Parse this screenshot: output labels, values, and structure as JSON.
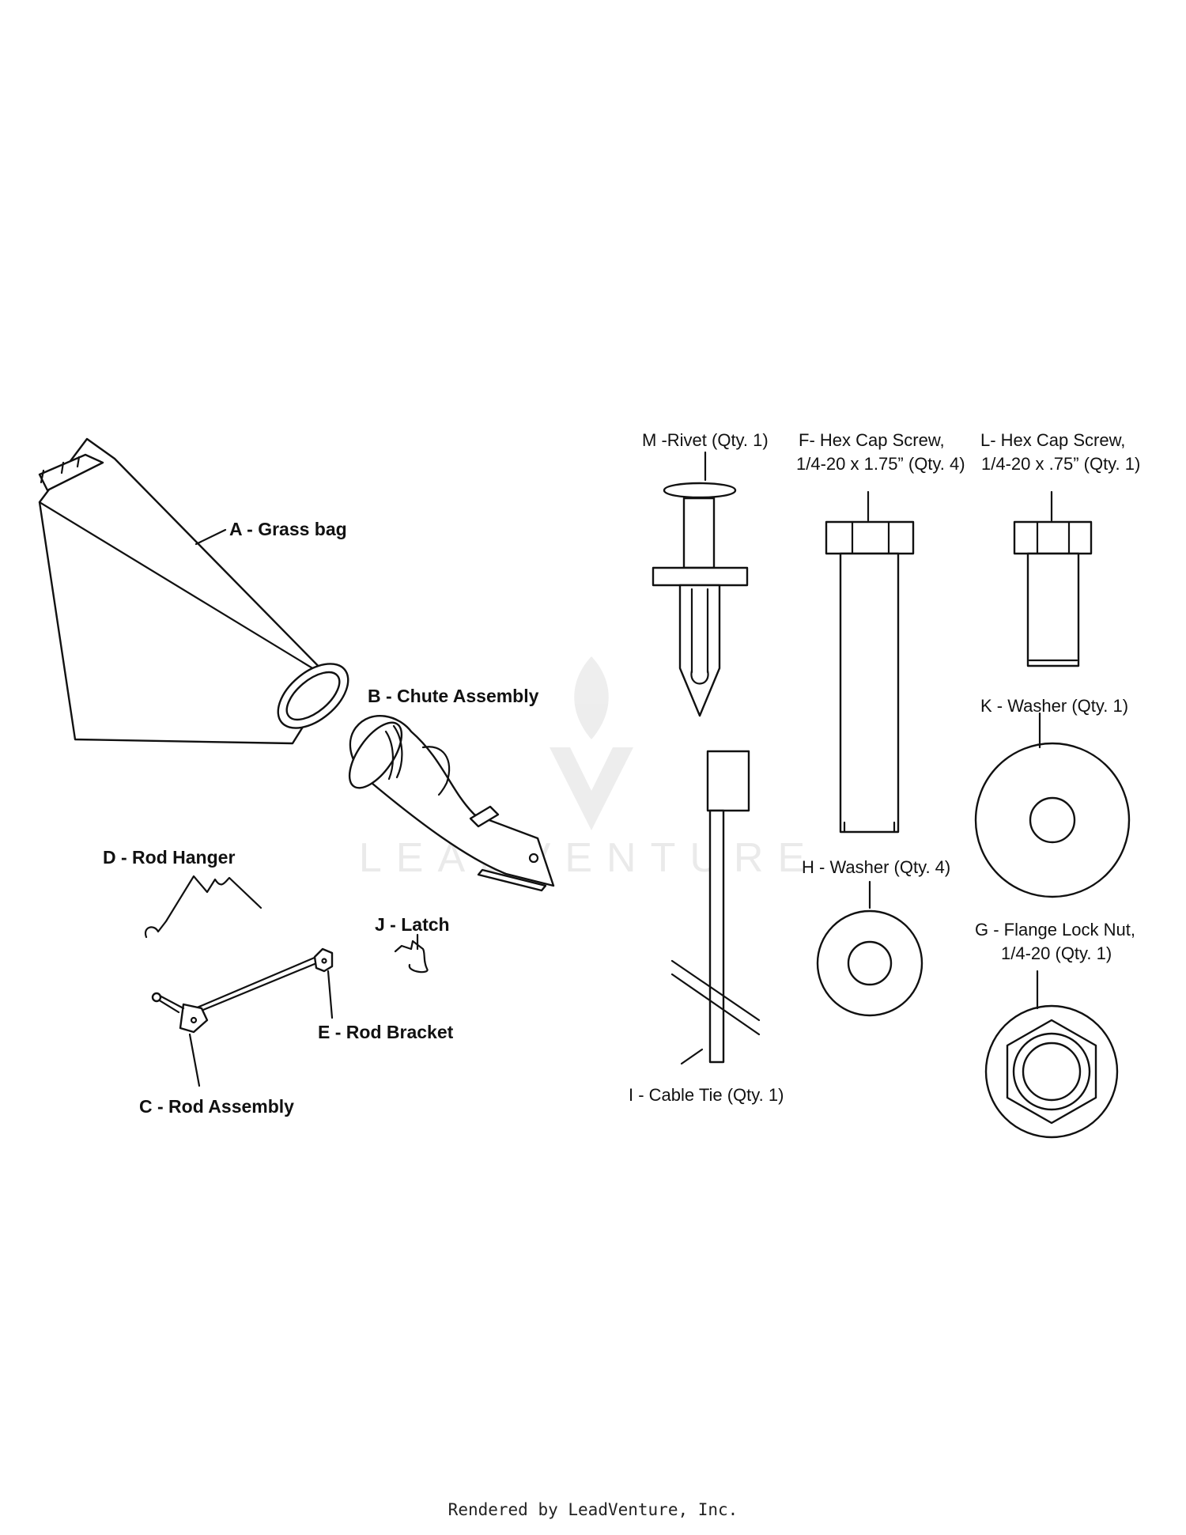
{
  "labels": {
    "A": "A - Grass bag",
    "B": "B - Chute Assembly",
    "C": "C - Rod Assembly",
    "D": "D - Rod Hanger",
    "E": "E - Rod Bracket",
    "J": "J - Latch",
    "M": "M -Rivet (Qty. 1)",
    "F1": "F- Hex Cap Screw,",
    "F2": "1/4-20 x 1.75” (Qty. 4)",
    "L1": "L- Hex Cap Screw,",
    "L2": "1/4-20 x .75” (Qty. 1)",
    "K": "K - Washer (Qty. 1)",
    "H": "H - Washer (Qty. 4)",
    "G1": "G - Flange Lock Nut,",
    "G2": "1/4-20 (Qty. 1)",
    "I": "I - Cable Tie (Qty. 1)"
  },
  "watermark": "LEADVENTURE",
  "footer": "Rendered by LeadVenture, Inc."
}
